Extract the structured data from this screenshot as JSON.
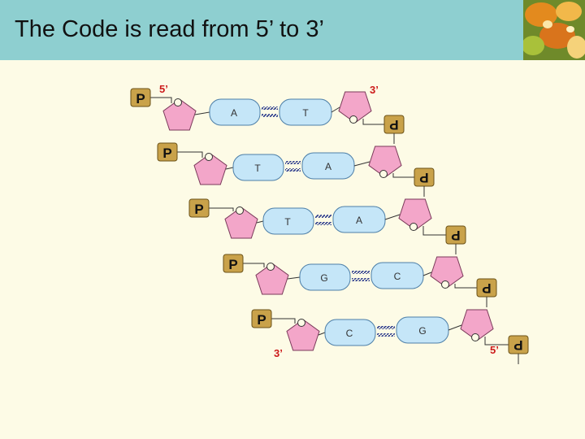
{
  "slide": {
    "title": "The Code is read from 5’ to 3’"
  },
  "diagram": {
    "left_strand": {
      "end_top": "5’",
      "end_bottom": "3’",
      "bases": [
        "A",
        "T",
        "T",
        "G",
        "C"
      ]
    },
    "right_strand": {
      "end_top": "3’",
      "end_bottom": "5’",
      "bases": [
        "T",
        "A",
        "A",
        "C",
        "G"
      ]
    },
    "phosphate_label": "P",
    "oxygen_label": "O"
  },
  "colors": {
    "title_bar": "#8ecfd0",
    "background": "#fdfbe6",
    "sugar_fill": "#f3a6c9",
    "base_fill": "#c5e6f8",
    "phosphate_fill": "#c9a24a",
    "hbond": "#2b3a8c",
    "end_labels": "#cc1a1a"
  }
}
